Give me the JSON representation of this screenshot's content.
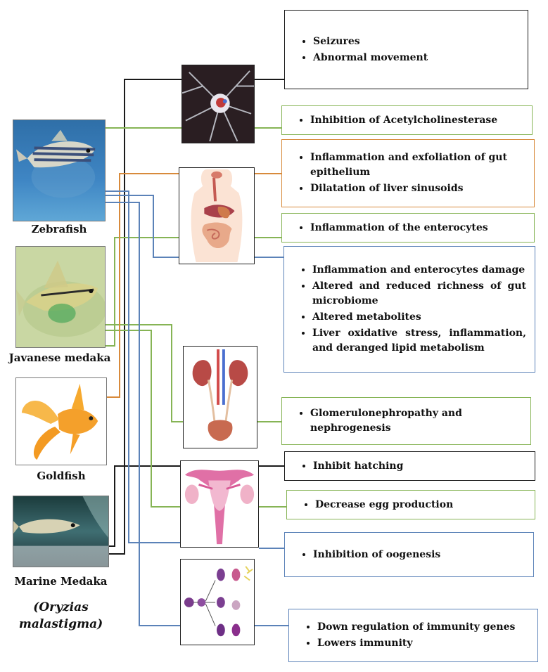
{
  "fish": [
    {
      "id": "zebrafish",
      "label": "Zebrafish"
    },
    {
      "id": "javanese-medaka",
      "label": "Javanese medaka"
    },
    {
      "id": "goldfish",
      "label": "Goldfish"
    },
    {
      "id": "marine-medaka",
      "label": "Marine Medaka",
      "scientific_line1": "(Oryzias",
      "scientific_line2": "malastigma)"
    }
  ],
  "organs": [
    "neuron",
    "digestive-system",
    "kidney",
    "reproductive-system",
    "blood-cells"
  ],
  "effects": [
    {
      "id": "neuro-black",
      "items": [
        "Seizures",
        "Abnormal movement"
      ]
    },
    {
      "id": "neuro-green",
      "items": [
        "Inhibition of Acetylcholinesterase"
      ]
    },
    {
      "id": "gut-orange",
      "items": [
        "Inflammation and exfoliation of gut epithelium",
        "Dilatation of liver sinusoids"
      ]
    },
    {
      "id": "gut-green",
      "items": [
        "Inflammation of the enterocytes"
      ]
    },
    {
      "id": "gut-blue",
      "items": [
        "Inflammation and enterocytes damage",
        "Altered and reduced richness of gut microbiome",
        "Altered metabolites",
        "Liver oxidative stress, inflammation, and deranged lipid metabolism"
      ]
    },
    {
      "id": "kidney-green",
      "items": [
        "Glomerulonephropathy and nephrogenesis"
      ]
    },
    {
      "id": "repro-black",
      "items": [
        "Inhibit hatching"
      ]
    },
    {
      "id": "repro-green",
      "items": [
        "Decrease egg production"
      ]
    },
    {
      "id": "repro-blue",
      "items": [
        "Inhibition of oogenesis"
      ]
    },
    {
      "id": "immune-blue",
      "items": [
        "Down regulation of immunity genes",
        "Lowers immunity"
      ]
    }
  ],
  "colors": {
    "black": "#1a1a1a",
    "green": "#86b455",
    "orange": "#d88a3b",
    "blue": "#5b82b8"
  }
}
